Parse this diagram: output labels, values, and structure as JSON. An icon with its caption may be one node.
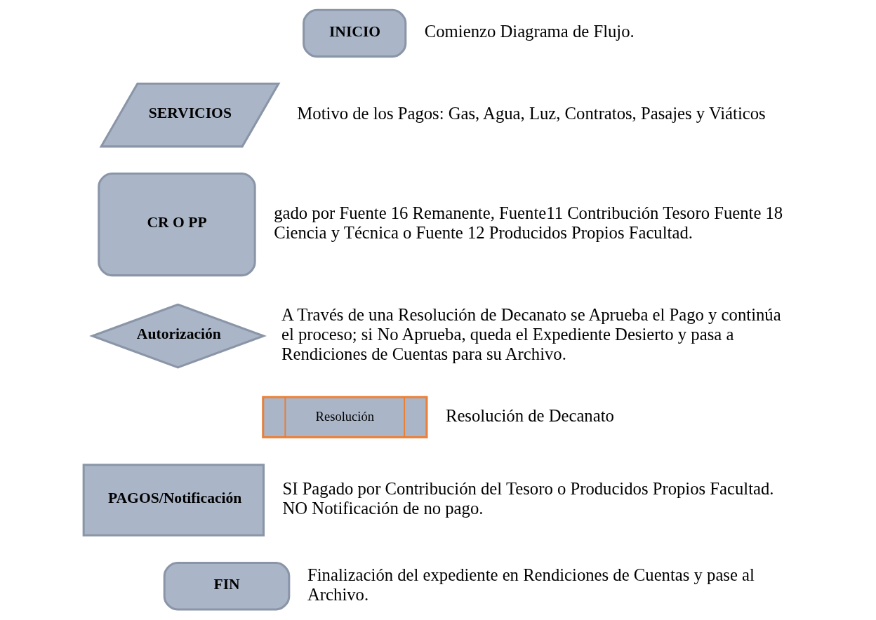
{
  "diagram": {
    "nodes": [
      {
        "text": [
          "INICIO"
        ],
        "beside": [
          "Comienzo Diagrama de Flujo."
        ]
      },
      {
        "text": [
          "SERVICIOS"
        ],
        "beside": [
          "Motivo de los Pagos: Gas, Agua, Luz, Contratos, Pasajes y Viáticos"
        ]
      },
      {
        "text": [
          "CR O PP"
        ],
        "beside": [
          "gado por Fuente 16 Remanente, Fuente11 Contribución Tesoro Fuente 18 Ciencia y Técnica o Fuente 12 Producidos Propios Facultad."
        ]
      },
      {
        "text": [
          "Autorización"
        ],
        "beside": [
          "A Través de una Resolución de Decanato se Aprueba el Pago y continúa el proceso; si No Aprueba, queda el Expediente Desierto y pasa a Rendiciones de Cuentas para su Archivo."
        ]
      },
      {
        "text": [
          "Resolución"
        ],
        "beside": [
          "Resolución de Decanato"
        ]
      },
      {
        "text": [
          "PAGOS/Notificación"
        ],
        "beside": [
          "SI Pagado por Contribución del Tesoro o Producidos Propios Facultad.",
          "NO Notificación de no pago."
        ]
      },
      {
        "text": [
          "FIN"
        ],
        "beside": [
          "Finalización del expediente en Rendiciones de Cuentas y pase al Archivo."
        ]
      }
    ],
    "edges": []
  }
}
